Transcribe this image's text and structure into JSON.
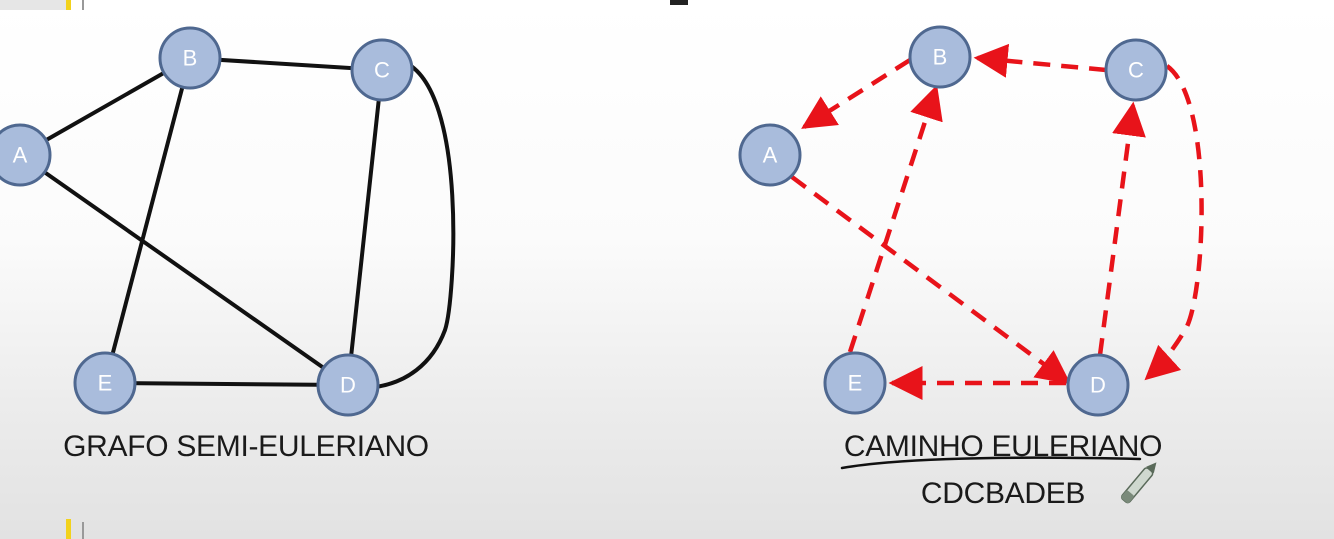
{
  "diagrams": {
    "left": {
      "caption": "GRAFO SEMI-EULERIANO",
      "nodes": [
        {
          "id": "A",
          "label": "A"
        },
        {
          "id": "B",
          "label": "B"
        },
        {
          "id": "C",
          "label": "C"
        },
        {
          "id": "D",
          "label": "D"
        },
        {
          "id": "E",
          "label": "E"
        }
      ],
      "edges": [
        [
          "A",
          "B"
        ],
        [
          "B",
          "C"
        ],
        [
          "A",
          "D"
        ],
        [
          "B",
          "E"
        ],
        [
          "C",
          "D"
        ],
        [
          "C",
          "D"
        ],
        [
          "E",
          "D"
        ]
      ]
    },
    "right": {
      "caption": "CAMINHO EULERIANO",
      "path_label": "CDCBADEB",
      "nodes": [
        {
          "id": "A",
          "label": "A"
        },
        {
          "id": "B",
          "label": "B"
        },
        {
          "id": "C",
          "label": "C"
        },
        {
          "id": "D",
          "label": "D"
        },
        {
          "id": "E",
          "label": "E"
        }
      ],
      "directed_edges": [
        [
          "C",
          "D"
        ],
        [
          "D",
          "C"
        ],
        [
          "C",
          "B"
        ],
        [
          "B",
          "A"
        ],
        [
          "A",
          "D"
        ],
        [
          "D",
          "E"
        ],
        [
          "E",
          "B"
        ]
      ]
    }
  },
  "colors": {
    "node_fill": "#a9bcdc",
    "node_stroke": "#4f6890",
    "solid_edge": "#111111",
    "path_edge": "#e8131a",
    "accent_mark": "#f2d21c"
  }
}
